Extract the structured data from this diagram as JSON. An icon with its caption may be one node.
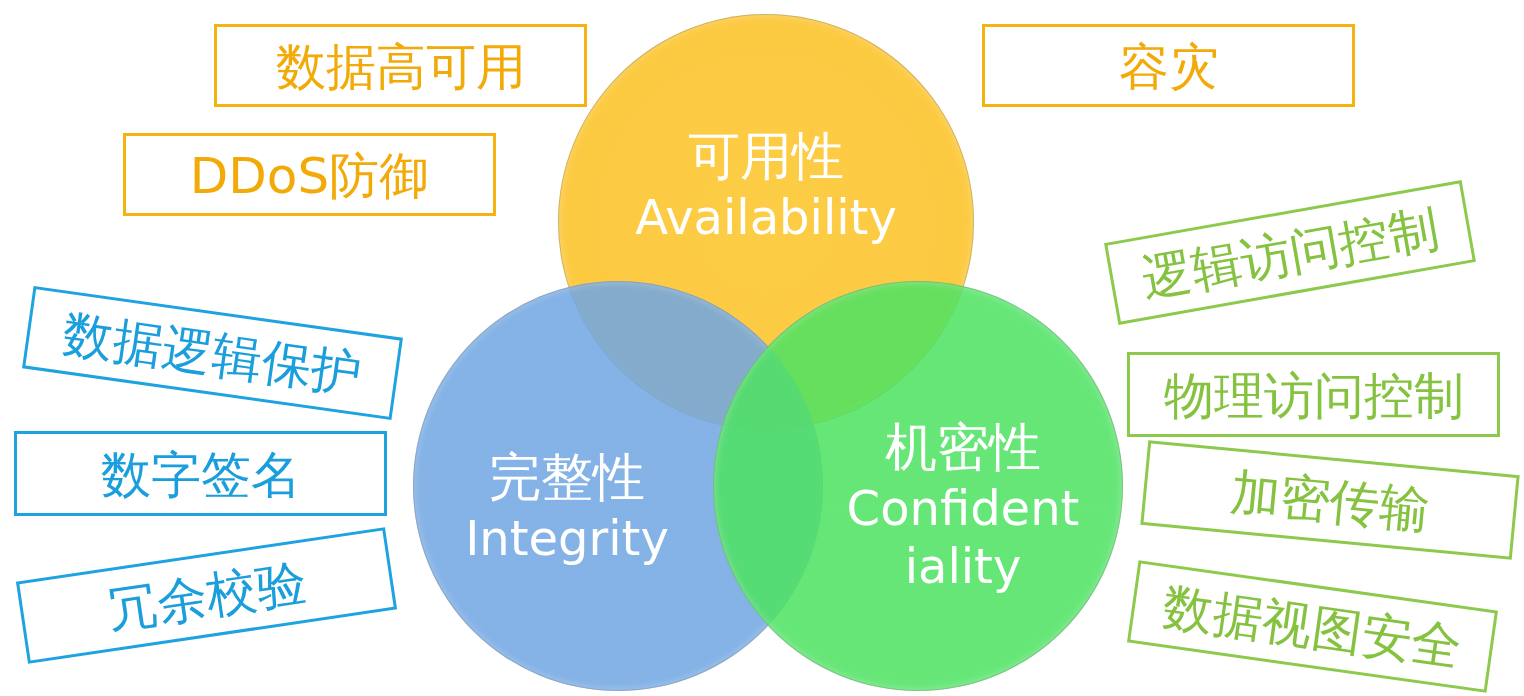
{
  "diagram": {
    "nodes": [
      {
        "text": [
          "数据高可用"
        ]
      },
      {
        "text": [
          "容灾"
        ]
      },
      {
        "text": [
          "DDoS防御"
        ]
      },
      {
        "text": [
          "可用性",
          "Availability"
        ]
      },
      {
        "text": [
          "逻辑访问控制"
        ]
      },
      {
        "text": [
          "数据逻辑保护"
        ]
      },
      {
        "text": [
          "物理访问控制"
        ]
      },
      {
        "text": [
          "数字签名"
        ]
      },
      {
        "text": [
          "完整性",
          "Integrity"
        ]
      },
      {
        "text": [
          "机密性",
          "Confidentiality"
        ]
      },
      {
        "text": [
          "加密传输"
        ]
      },
      {
        "text": [
          "冗余校验"
        ]
      },
      {
        "text": [
          "数据视图安全"
        ]
      }
    ]
  }
}
